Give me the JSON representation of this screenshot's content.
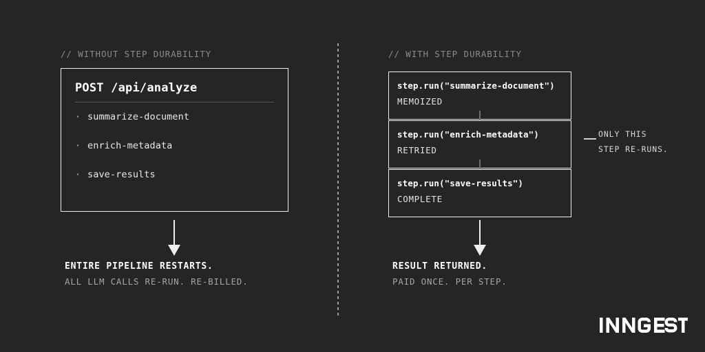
{
  "theme": {
    "background": "#252525",
    "foreground": "#ffffff",
    "muted": "#8b8b8b",
    "border": "#efefef"
  },
  "left_column": {
    "comment": "// WITHOUT STEP DURABILITY",
    "panel": {
      "title": "POST /api/analyze",
      "bullet": "·",
      "items": [
        {
          "label": "summarize-document"
        },
        {
          "label": "enrich-metadata"
        },
        {
          "label": "save-results"
        }
      ]
    },
    "caption": {
      "headline": "ENTIRE PIPELINE RESTARTS.",
      "subline": "ALL LLM CALLS RE-RUN. RE-BILLED."
    }
  },
  "right_column": {
    "comment": "// WITH STEP DURABILITY",
    "steps": [
      {
        "call": "step.run(\"summarize-document\")",
        "status": "MEMOIZED"
      },
      {
        "call": "step.run(\"enrich-metadata\")",
        "status": "RETRIED"
      },
      {
        "call": "step.run(\"save-results\")",
        "status": "COMPLETE"
      }
    ],
    "annotation": {
      "line1": "ONLY THIS",
      "line2": "STEP RE-RUNS."
    },
    "caption": {
      "headline": "RESULT RETURNED.",
      "subline": "PAID ONCE. PER STEP."
    }
  },
  "logo": {
    "text": "INNGEST"
  }
}
